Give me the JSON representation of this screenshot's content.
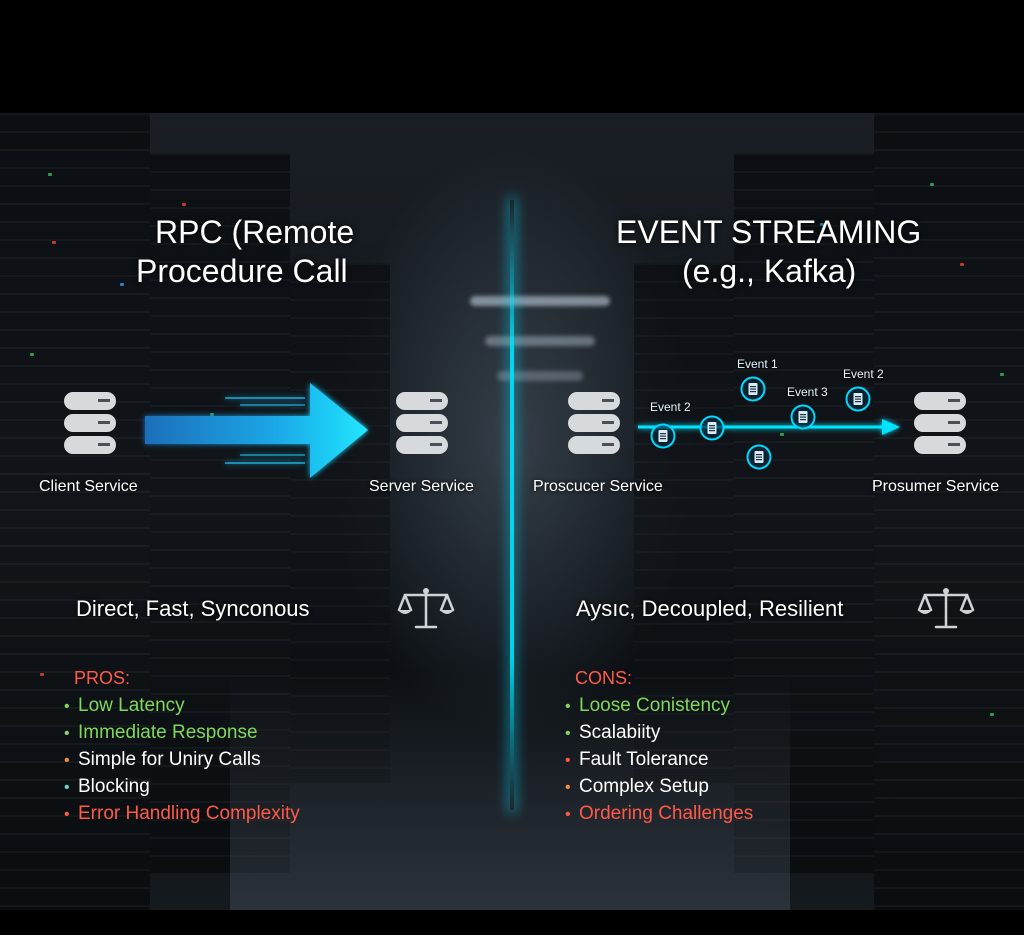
{
  "colors": {
    "accent_cyan": "#00e5ff",
    "pro_green": "#7fd85a",
    "con_red": "#ff5a48",
    "bullet_orange": "#ff8a3a"
  },
  "left": {
    "title_line1": "RPC (Remote",
    "title_line2": "Procedure Call",
    "client_label": "Client Service",
    "server_label": "Server Service",
    "tagline": "Direct, Fast, Synconous",
    "section_head": "PROS:",
    "items": [
      {
        "text": "Low Latency",
        "color": "green",
        "dot": "green"
      },
      {
        "text": "Immediate Response",
        "color": "green",
        "dot": "green"
      },
      {
        "text": "Simple for Uniry Calls",
        "color": "white",
        "dot": "orange"
      },
      {
        "text": "Blocking",
        "color": "white",
        "dot": "teal"
      },
      {
        "text": "Error Handling Complexity",
        "color": "red",
        "dot": "red"
      }
    ]
  },
  "right": {
    "title_line1": "EVENT STREAMING",
    "title_line2": "(e.g., Kafka)",
    "producer_label": "Proscucer Service",
    "consumer_label": "Prosumer Service",
    "events": [
      "Event 1",
      "Event 2",
      "Event 3",
      "Event 2"
    ],
    "tagline": "Aysıc, Decoupled, Resilient",
    "section_head": "CONS:",
    "items": [
      {
        "text": "Loose Conistency",
        "color": "green",
        "dot": "green"
      },
      {
        "text": "Scalabiity",
        "color": "white",
        "dot": "green"
      },
      {
        "text": "Fault Tolerance",
        "color": "white",
        "dot": "red"
      },
      {
        "text": "Complex Setup",
        "color": "white",
        "dot": "orange"
      },
      {
        "text": "Ordering Challenges",
        "color": "red",
        "dot": "red"
      }
    ]
  },
  "icons": {
    "database": "database-icon",
    "scale": "balance-scale-icon",
    "event": "document-icon",
    "arrow": "arrow-right-icon"
  }
}
